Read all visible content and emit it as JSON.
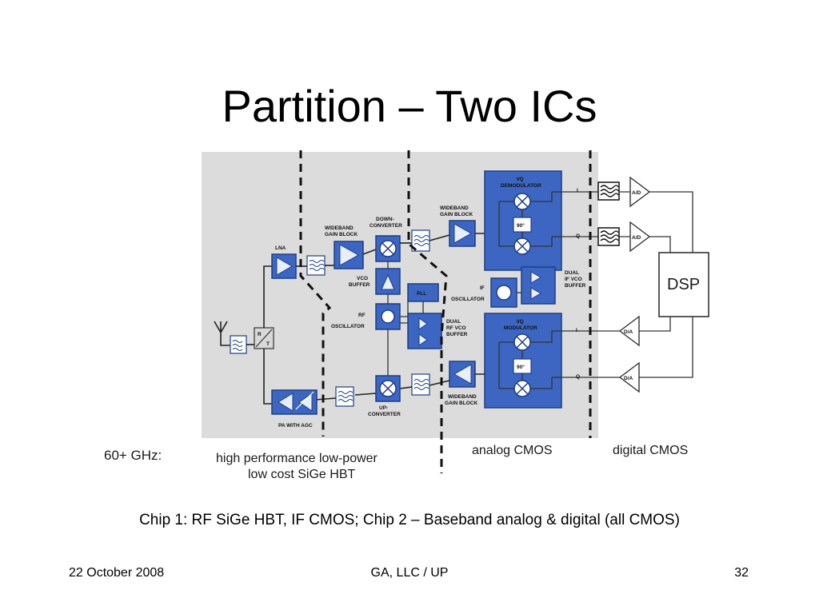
{
  "slide": {
    "title": "Partition – Two ICs",
    "caption": "Chip 1:  RF SiGe HBT, IF CMOS; Chip 2 – Baseband analog & digital (all CMOS)",
    "footer": {
      "date": "22 October 2008",
      "org": "GA, LLC / UP",
      "page": "32"
    }
  },
  "diagram": {
    "labels": {
      "freq": "60+ GHz:",
      "hbt_line1": "high performance low-power",
      "hbt_line2": "low cost SiGe HBT",
      "analog": "analog CMOS",
      "digital": "digital CMOS",
      "dsp": "DSP"
    },
    "blocks": {
      "lna": "LNA",
      "wideband1_l1": "WIDEBAND",
      "wideband1_l2": "GAIN BLOCK",
      "down_l1": "DOWN-",
      "down_l2": "CONVERTER",
      "wideband2_l1": "WIDEBAND",
      "wideband2_l2": "GAIN BLOCK",
      "iq_demod_l1": "I/Q",
      "iq_demod_l2": "DEMODULATOR",
      "vco_l1": "VCO",
      "vco_l2": "BUFFER",
      "pll": "PLL",
      "rf_osc_l1": "RF",
      "rf_osc_l2": "OSCILLATOR",
      "dual_rf_l1": "DUAL",
      "dual_rf_l2": "RF VCO",
      "dual_rf_l3": "BUFFER",
      "if_osc_l1": "IF",
      "if_osc_l2": "OSCILLATOR",
      "dual_if_l1": "DUAL",
      "dual_if_l2": "IF VCO",
      "dual_if_l3": "BUFFER",
      "iq_mod_l1": "I/Q",
      "iq_mod_l2": "MODULATOR",
      "pa": "PA WITH AGC",
      "up_l1": "UP-",
      "up_l2": "CONVERTER",
      "wideband3_l1": "WIDEBAND",
      "wideband3_l2": "GAIN BLOCK",
      "phase": "90°",
      "ad": "A/D",
      "da": "D/A",
      "i": "I",
      "q": "Q",
      "rt_r": "R",
      "rt_t": "T"
    }
  }
}
